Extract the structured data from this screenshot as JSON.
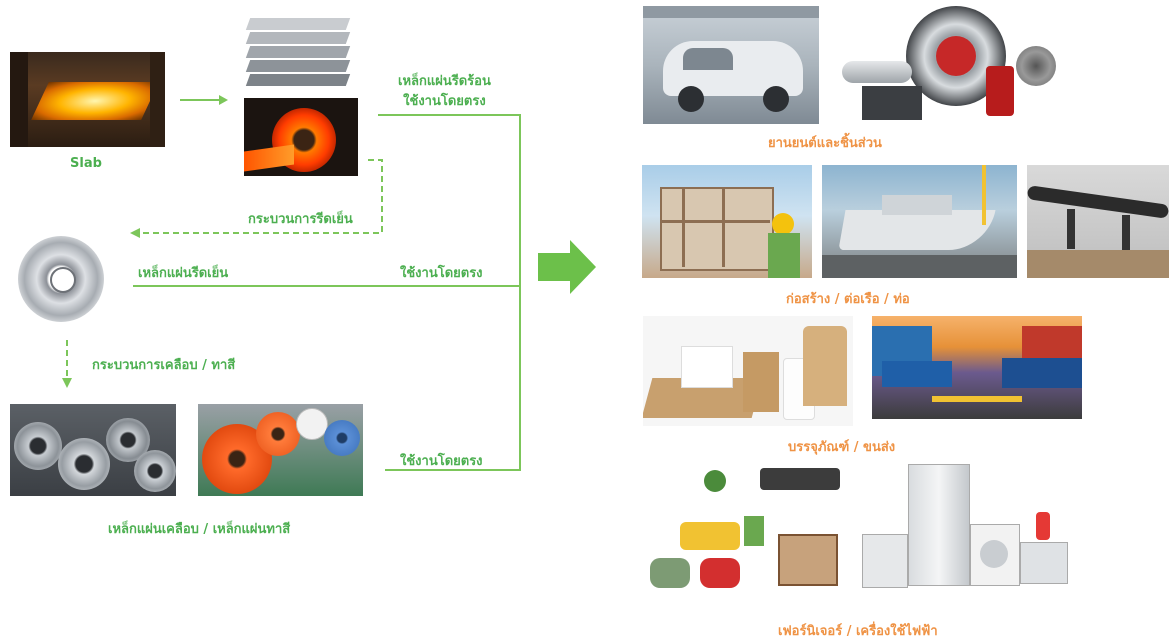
{
  "left": {
    "slab_label": "Slab",
    "hot_rolled_direct": [
      "เหล็กแผ่นรีดร้อน",
      "ใช้งานโดยตรง"
    ],
    "cold_rolling_process": "กระบวนการรีดเย็น",
    "cold_rolled_label": "เหล็กแผ่นรีดเย็น",
    "direct_use_1": "ใช้งานโดยตรง",
    "coating_process": "กระบวนการเคลือบ / ทาสี",
    "direct_use_2": "ใช้งานโดยตรง",
    "coated_painted_label": "เหล็กแผ่นเคลือบ / เหล็กแผ่นทาสี"
  },
  "right": {
    "automotive": "ยานยนต์และชิ้นส่วน",
    "construction": "ก่อสร้าง / ต่อเรือ / ท่อ",
    "packaging": "บรรจุภัณฑ์ / ขนส่ง",
    "furniture": "เฟอร์นิเจอร์ / เครื่องใช้ไฟฟ้า"
  },
  "colors": {
    "green": "#4caf50",
    "light_green": "#7cc65a",
    "orange": "#ef9345"
  }
}
